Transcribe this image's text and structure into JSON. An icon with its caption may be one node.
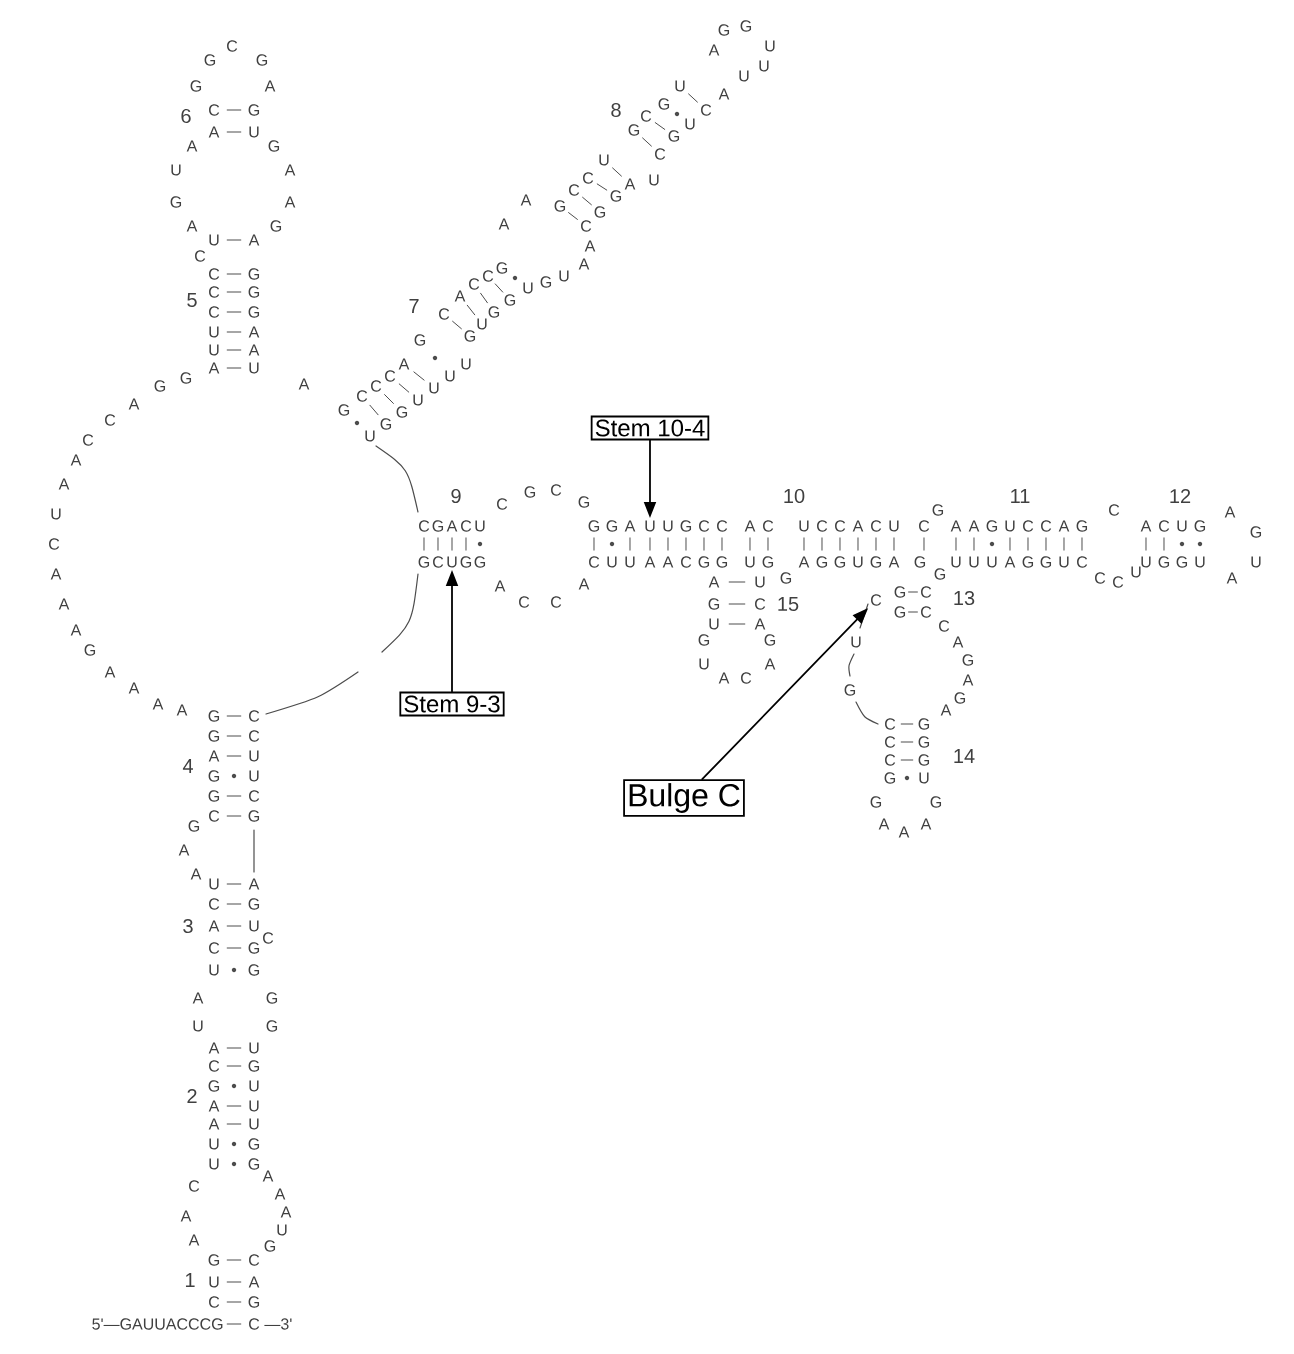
{
  "diagram": {
    "nodes": [
      {
        "text": [
          "Stem 10-4"
        ]
      },
      {
        "text": [
          "Stem 9-3"
        ]
      },
      {
        "text": [
          "Bulge C"
        ]
      },
      {
        "text": [
          "U"
        ]
      },
      {
        "text": [
          "U"
        ]
      },
      {
        "text": [
          "C"
        ]
      }
    ],
    "edges": [
      {
        "from": 0,
        "to": 3,
        "arrow": "to"
      },
      {
        "from": 1,
        "to": 4,
        "arrow": "to"
      },
      {
        "from": 2,
        "to": 5,
        "arrow": "to"
      }
    ],
    "labels": [
      "A",
      "U",
      "U",
      "C",
      "C",
      "C",
      "C",
      "U",
      "A",
      "G",
      "U",
      "A",
      "A",
      "C",
      "G",
      "G",
      "C",
      "G",
      "A",
      "G",
      "U",
      "G",
      "A",
      "A",
      "G",
      "A",
      "G",
      "G",
      "G",
      "A",
      "A",
      "U",
      "6",
      "5",
      "G",
      "G",
      "A",
      "C",
      "C",
      "A",
      "A",
      "U",
      "C",
      "A",
      "A",
      "A",
      "G",
      "A",
      "A",
      "A",
      "A",
      "G",
      "G",
      "A",
      "G",
      "G",
      "C",
      "G",
      "A",
      "A",
      "U",
      "C",
      "A",
      "C",
      "U",
      "A",
      "U",
      "A",
      "C",
      "G",
      "A",
      "A",
      "U",
      "U",
      "C",
      "A",
      "A",
      "G",
      "U",
      "C",
      "C",
      "C",
      "U",
      "U",
      "C",
      "G",
      "A",
      "G",
      "U",
      "C",
      "G",
      "G",
      "G",
      "G",
      "U",
      "G",
      "U",
      "U",
      "U",
      "G",
      "G",
      "A",
      "A",
      "A",
      "U",
      "G",
      "C",
      "A",
      "G",
      "5'—GAUUACCCG",
      "C",
      "—3'",
      "4",
      "3",
      "2",
      "1",
      "A",
      "G",
      "C",
      "C",
      "C",
      "A",
      "G",
      "C",
      "A",
      "C",
      "C",
      "G",
      "A",
      "A",
      "G",
      "C",
      "C",
      "U",
      "G",
      "C",
      "G",
      "U",
      "A",
      "G",
      "G",
      "U",
      "U",
      "U",
      "A",
      "C",
      "U",
      "G",
      "C",
      "A",
      "U",
      "G",
      "G",
      "C",
      "A",
      "A",
      "U",
      "G",
      "U",
      "G",
      "G",
      "U",
      "G",
      "U",
      "U",
      "U",
      "U",
      "G",
      "G",
      "U",
      "7",
      "8",
      "C",
      "G",
      "A",
      "C",
      "U",
      "G",
      "C",
      "G",
      "G",
      "C",
      "G",
      "C",
      "G",
      "A",
      "C",
      "C",
      "A",
      "9",
      "G",
      "G",
      "A",
      "U",
      "G",
      "C",
      "C",
      "C",
      "U",
      "U",
      "A",
      "A",
      "C",
      "G",
      "G",
      "A",
      "C",
      "U",
      "G",
      "U",
      "C",
      "C",
      "A",
      "C",
      "U",
      "A",
      "G",
      "G",
      "U",
      "G",
      "A",
      "G",
      "10",
      "A",
      "G",
      "U",
      "U",
      "C",
      "A",
      "G",
      "U",
      "A",
      "C",
      "A",
      "G",
      "15",
      "C",
      "G",
      "G",
      "G",
      "A",
      "A",
      "G",
      "U",
      "C",
      "C",
      "A",
      "G",
      "U",
      "U",
      "U",
      "A",
      "G",
      "G",
      "U",
      "C",
      "C",
      "C",
      "C",
      "U",
      "A",
      "C",
      "U",
      "G",
      "U",
      "G",
      "G",
      "U",
      "A",
      "G",
      "U",
      "A",
      "11",
      "12",
      "G",
      "C",
      "G",
      "C",
      "C",
      "A",
      "G",
      "A",
      "G",
      "A",
      "U",
      "G",
      "C",
      "C",
      "C",
      "G",
      "G",
      "G",
      "G",
      "U",
      "G",
      "A",
      "A",
      "A",
      "G",
      "13",
      "14"
    ]
  }
}
